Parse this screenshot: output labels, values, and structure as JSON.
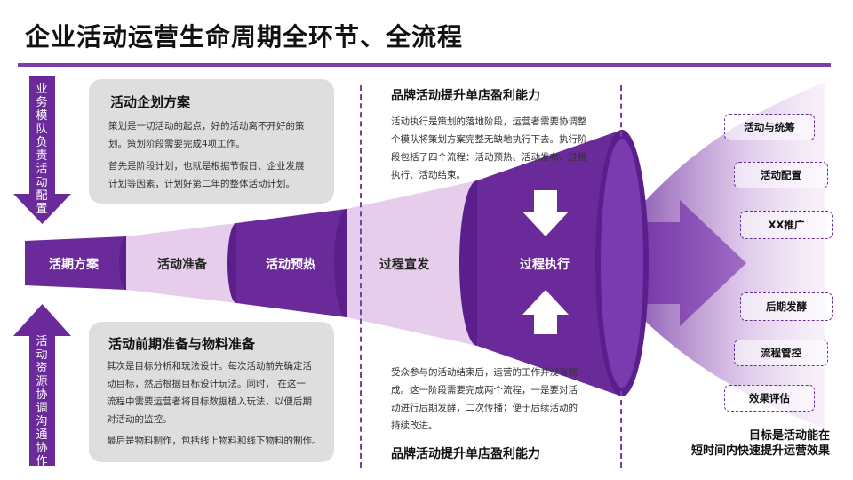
{
  "title": "企业活动运营生命周期全环节、全流程",
  "side_labels": {
    "top": "业务模队负责活动配置",
    "bottom": "活动资源协调沟通协作"
  },
  "card_top": {
    "title": "活动企划方案",
    "lines": [
      "策划是一切活动的起点，好的活动离不开好的策",
      "划。策划阶段需要完成4项工作。",
      "首先是阶段计划，也就是根据节假日、企业发展",
      "计划等因素，计划好第二年的整体活动计划。"
    ]
  },
  "card_bottom": {
    "title": "活动前期准备与物料准备",
    "lines": [
      "其次是目标分析和玩法设计。每次活动前先确定活",
      "动目标，然后根据目标设计玩法。同时， 在这一",
      "流程中需要运营者将目标数据植入玩法，以便后期",
      "对活动的监控。",
      "最后是物料制作，包括线上物料和线下物料的制作。"
    ]
  },
  "right_top": {
    "title": "品牌活动提升单店盈利能力",
    "lines": [
      "活动执行是策划的落地阶段，运营者需要协调整",
      "个模队将策划方案完整无缺地执行下去。执行阶",
      "段包括了四个流程：活动预热、活动发布、过程",
      "执行、活动结束。"
    ]
  },
  "right_bottom": {
    "title": "品牌活动提升单店盈利能力",
    "lines": [
      "受众参与的活动结束后，运营的工作并没有完",
      "成。这一阶段需要完成两个流程，一是要对活",
      "动进行后期发酵，二次传播；便于后续活动的",
      "持续改进。"
    ]
  },
  "stages": [
    "活期方案",
    "活动准备",
    "活动预热",
    "过程宣发",
    "过程执行"
  ],
  "outcomes": [
    "活动与统筹",
    "活动配置",
    "XX推广",
    "后期发酵",
    "流程管控",
    "效果评估"
  ],
  "goal": {
    "line1": "目标是活动能在",
    "line2": "短时间内快速提升运营效果"
  },
  "colors": {
    "accent": "#7b3fa6",
    "dark_purple": "#5b1f8c",
    "light_purple": "#e7cdec",
    "card_gray": "#dedede"
  }
}
